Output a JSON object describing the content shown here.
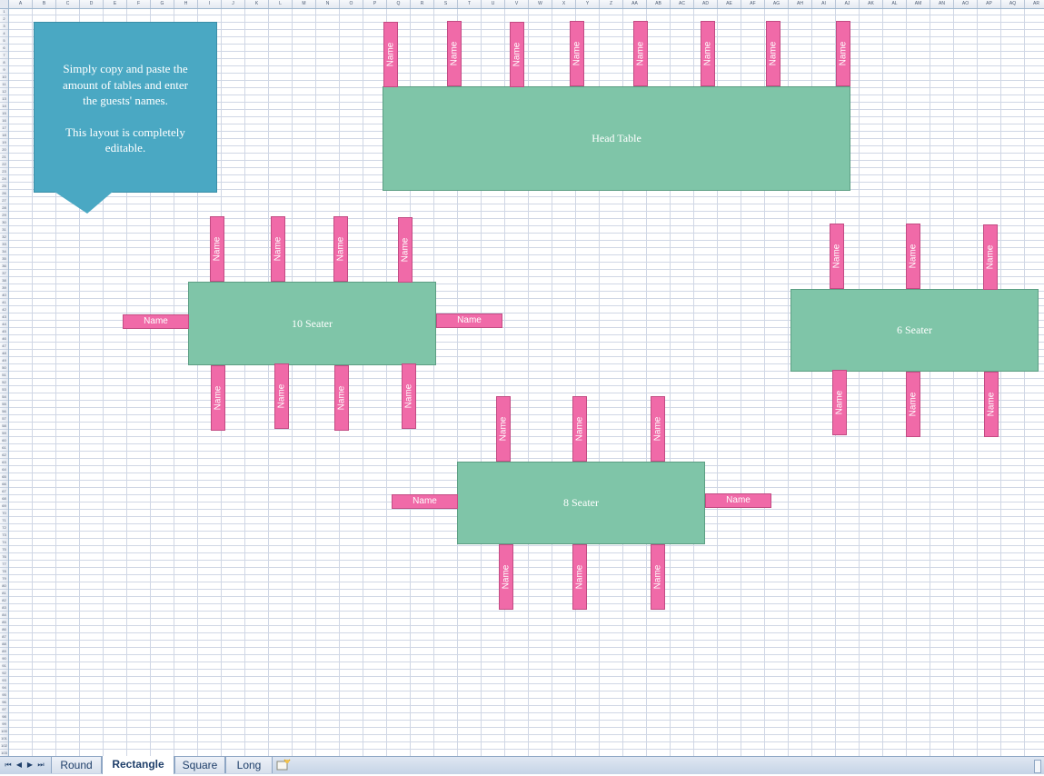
{
  "sheet": {
    "column_letters": [
      "A",
      "B",
      "C",
      "D",
      "E",
      "F",
      "G",
      "H",
      "I",
      "J",
      "K",
      "L",
      "M",
      "N",
      "O",
      "P",
      "Q",
      "R",
      "S",
      "T",
      "U",
      "V",
      "W",
      "X",
      "Y",
      "Z",
      "AA",
      "AB",
      "AC",
      "AD",
      "AE",
      "AF",
      "AG",
      "AH",
      "AI",
      "AJ",
      "AK",
      "AL",
      "AM",
      "AN",
      "AO",
      "AP",
      "AQ",
      "AR"
    ],
    "row_count": 103
  },
  "callout": {
    "line1": "Simply copy and paste the",
    "line2": "amount of tables and enter",
    "line3": "the guests' names.",
    "line4": "This layout is completely",
    "line5": "editable."
  },
  "tables": {
    "head": "Head Table",
    "ten": "10 Seater",
    "six": "6 Seater",
    "eight": "8 Seater"
  },
  "seat_label": "Name",
  "colors": {
    "table_fill": "#7fc5a8",
    "seat_fill": "#f06aa8",
    "callout_fill": "#4aa8c3"
  },
  "tabs": {
    "nav_first": "⏮",
    "nav_prev": "◀",
    "nav_next": "▶",
    "nav_last": "⏭",
    "items": [
      "Round",
      "Rectangle",
      "Square",
      "Long"
    ],
    "active": "Rectangle",
    "insert_icon": "insert-sheet-icon"
  }
}
